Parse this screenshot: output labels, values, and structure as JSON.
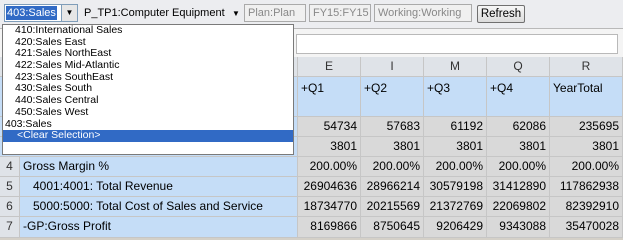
{
  "toolbar": {
    "entity_value": "403:Sales",
    "product_value": "P_TP1:Computer Equipment",
    "plan_label": "Plan:Plan",
    "fy_label": "FY15:FY15",
    "working_label": "Working:Working",
    "refresh_label": "Refresh"
  },
  "dropdown": {
    "items": [
      {
        "label": "410:International Sales",
        "indent": true
      },
      {
        "label": "420:Sales East",
        "indent": true
      },
      {
        "label": "421:Sales NorthEast",
        "indent": true
      },
      {
        "label": "422:Sales Mid-Atlantic",
        "indent": true
      },
      {
        "label": "423:Sales SouthEast",
        "indent": true
      },
      {
        "label": "430:Sales South",
        "indent": true
      },
      {
        "label": "440:Sales Central",
        "indent": true
      },
      {
        "label": "450:Sales West",
        "indent": true
      },
      {
        "label": "403:Sales",
        "indent": false
      },
      {
        "label": "<Clear Selection>",
        "indent": false,
        "selected": true
      }
    ]
  },
  "grid": {
    "columns": [
      "E",
      "I",
      "M",
      "Q",
      "R"
    ],
    "headers": [
      "+Q1",
      "+Q2",
      "+Q3",
      "+Q4",
      "YearTotal"
    ],
    "top_rows": [
      [
        "54734",
        "57683",
        "61192",
        "62086",
        "235695"
      ],
      [
        "3801",
        "3801",
        "3801",
        "3801",
        "3801"
      ]
    ],
    "rows": [
      {
        "num": "4",
        "label": "Gross Margin %",
        "values": [
          "200.00%",
          "200.00%",
          "200.00%",
          "200.00%",
          "200.00%"
        ]
      },
      {
        "num": "5",
        "label": "4001:4001: Total Revenue",
        "values": [
          "26904636",
          "28966214",
          "30579198",
          "31412890",
          "117862938"
        ]
      },
      {
        "num": "6",
        "label": "5000:5000: Total Cost of Sales and Service",
        "values": [
          "18734770",
          "20215569",
          "21372769",
          "22069802",
          "82392910"
        ]
      },
      {
        "num": "7",
        "label": "-GP:Gross Profit",
        "values": [
          "8169866",
          "8750645",
          "9206429",
          "9343088",
          "35470028"
        ]
      }
    ]
  }
}
